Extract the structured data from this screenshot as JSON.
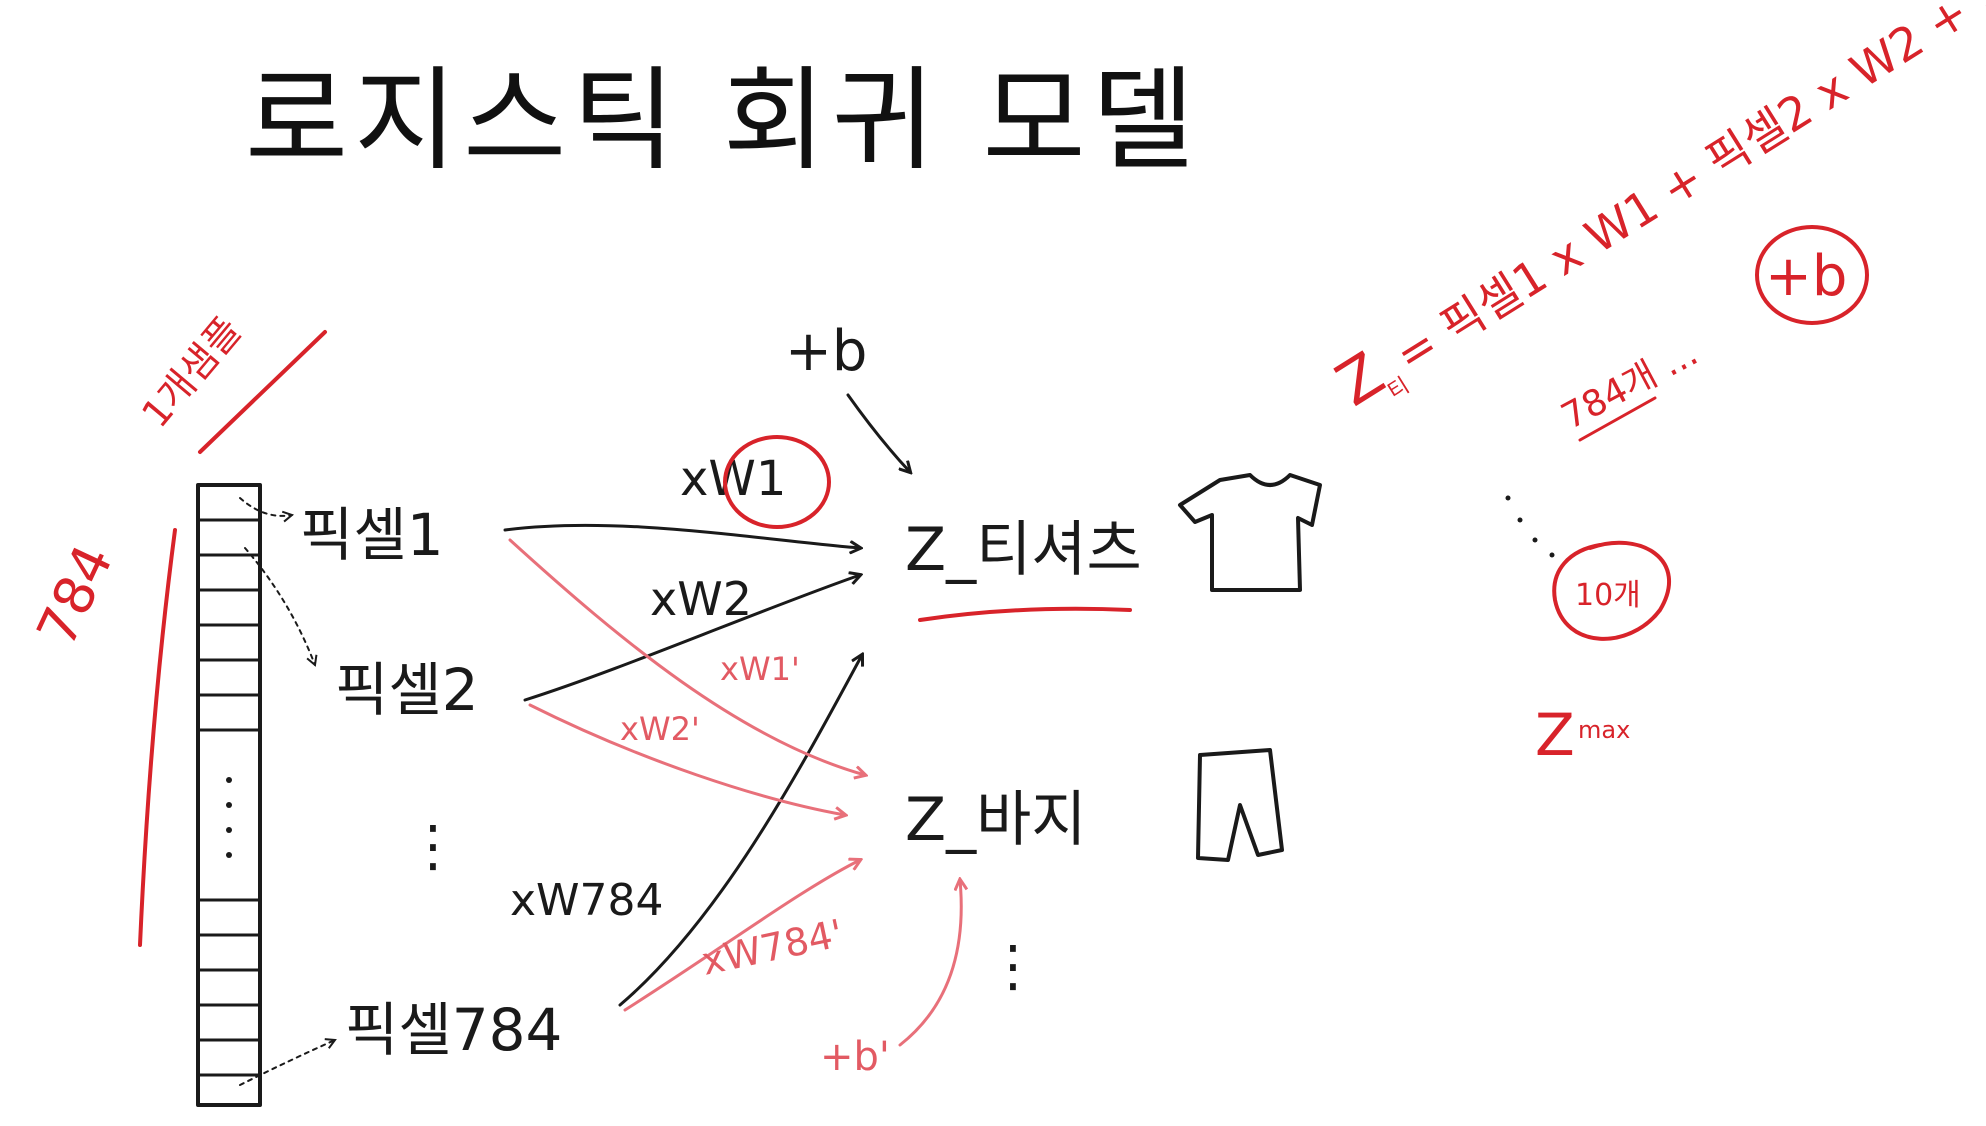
{
  "title": "로지스틱 회귀 모델",
  "colors": {
    "ink": "#1a1a1a",
    "red": "#d8232a",
    "pink": "#e25a63"
  },
  "sample_label": "1개샘플",
  "length_label": "784",
  "pixels": [
    "픽셀1",
    "픽셀2",
    "픽셀784"
  ],
  "ellipsis": "⋮",
  "bias_top": "+b",
  "bias_bottom": "+b'",
  "weights_black": [
    "xW1",
    "xW2",
    "xW784"
  ],
  "weights_red": [
    "xW1'",
    "xW2'",
    "xW784'"
  ],
  "outputs": [
    "Z_티셔츠",
    "Z_바지"
  ],
  "icons": [
    "tshirt-icon",
    "pants-icon"
  ],
  "formula": {
    "lhs": "Z",
    "lhs_sub": "티",
    "rhs": "= 픽셀1 x W1 + 픽셀2 x W2 + ...",
    "count": "784개 ...",
    "bias": "+b"
  },
  "notes": {
    "classes": "10개",
    "z_max": "Z",
    "z_max_sub": "max"
  }
}
